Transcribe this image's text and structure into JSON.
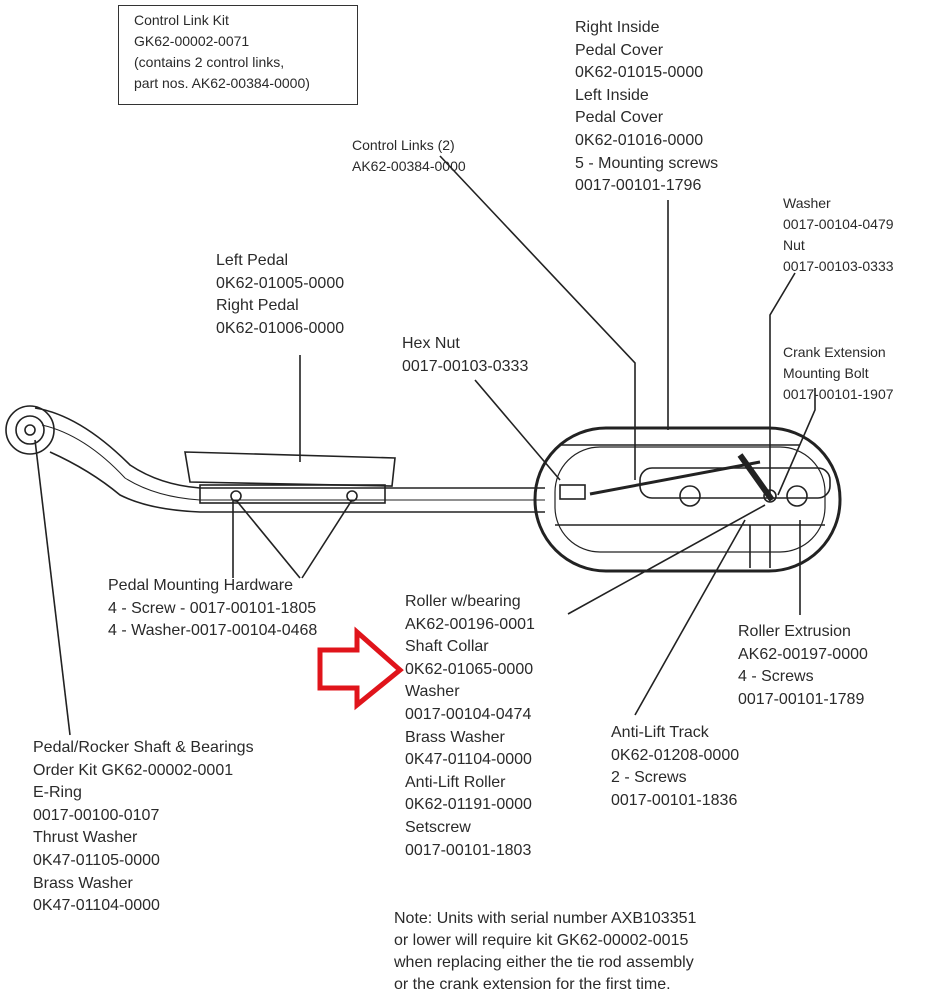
{
  "control_link_kit": [
    "Control Link Kit",
    "GK62-00002-0071",
    "(contains 2 control links,",
    "part nos. AK62-00384-0000)"
  ],
  "control_links": [
    "Control Links (2)",
    "AK62-00384-0000"
  ],
  "inside_pedal_cover": [
    "Right Inside",
    "Pedal Cover",
    "0K62-01015-0000",
    "Left Inside",
    "Pedal Cover",
    "0K62-01016-0000",
    "5 - Mounting screws",
    "0017-00101-1796"
  ],
  "washer_nut": [
    "Washer",
    "0017-00104-0479",
    "Nut",
    "0017-00103-0333"
  ],
  "pedals": [
    "Left Pedal",
    "0K62-01005-0000",
    "Right Pedal",
    "0K62-01006-0000"
  ],
  "hex_nut": [
    "Hex Nut",
    "0017-00103-0333"
  ],
  "crank_bolt": [
    "Crank Extension",
    "Mounting Bolt",
    "0017-00101-1907"
  ],
  "pedal_hardware": [
    "Pedal Mounting Hardware",
    "4 - Screw - 0017-00101-1805",
    "4 - Washer-0017-00104-0468"
  ],
  "roller": [
    "Roller w/bearing",
    "AK62-00196-0001",
    "Shaft Collar",
    "0K62-01065-0000",
    "Washer",
    "0017-00104-0474",
    "Brass Washer",
    "0K47-01104-0000",
    "Anti-Lift Roller",
    "0K62-01191-0000",
    "Setscrew",
    "0017-00101-1803"
  ],
  "roller_extrusion": [
    "Roller Extrusion",
    "AK62-00197-0000",
    "4 - Screws",
    "0017-00101-1789"
  ],
  "anti_lift_track": [
    "Anti-Lift Track",
    "0K62-01208-0000",
    "2 - Screws",
    "0017-00101-1836"
  ],
  "shaft_bearings": [
    "Pedal/Rocker Shaft & Bearings",
    "Order Kit GK62-00002-0001",
    "E-Ring",
    "0017-00100-0107",
    "Thrust Washer",
    "0K47-01105-0000",
    "Brass Washer",
    "0K47-01104-0000"
  ],
  "note": [
    "Note: Units with serial number AXB103351",
    "or lower will require kit GK62-00002-0015",
    "when replacing either the tie rod assembly",
    "or the crank extension for the first time."
  ],
  "colors": {
    "arrow": "#e0141b",
    "line": "#222222"
  }
}
